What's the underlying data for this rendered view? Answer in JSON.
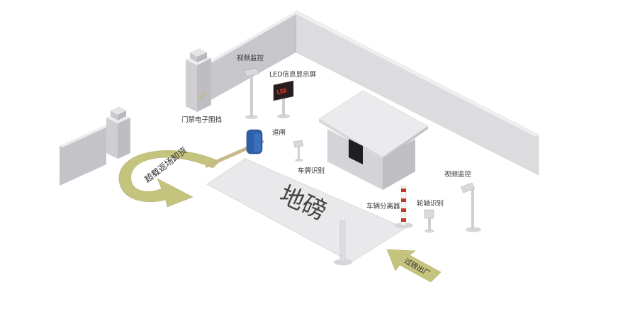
{
  "labels": {
    "video_monitor_top": "视频监控",
    "led_screen": "LED信息显示屏",
    "gate_fence": "门禁电子围挡",
    "barrier": "道闸",
    "plate_recognition": "车牌识别",
    "vehicle_separator": "车辆分离器",
    "axle_recognition": "轮轴识别",
    "video_monitor_right": "视频监控",
    "scale_platform": "地磅",
    "overload_arrow": "超载返场卸货",
    "exit_arrow": "过磅出厂",
    "led_display_text": "LED"
  },
  "colors": {
    "wall_front": "#dcdcdf",
    "wall_side": "#bdbdc2",
    "wall_top": "#ececef",
    "platform": "#e9e9ec",
    "arrow_fill": "#c5c47f",
    "barrier_blue": "#2f5fa8",
    "separator_red": "#c0392b"
  },
  "icons": {
    "camera_top": "video-camera-icon",
    "camera_right": "video-camera-icon",
    "plate_camera": "plate-camera-icon",
    "axle_sensor": "axle-sensor-icon"
  }
}
